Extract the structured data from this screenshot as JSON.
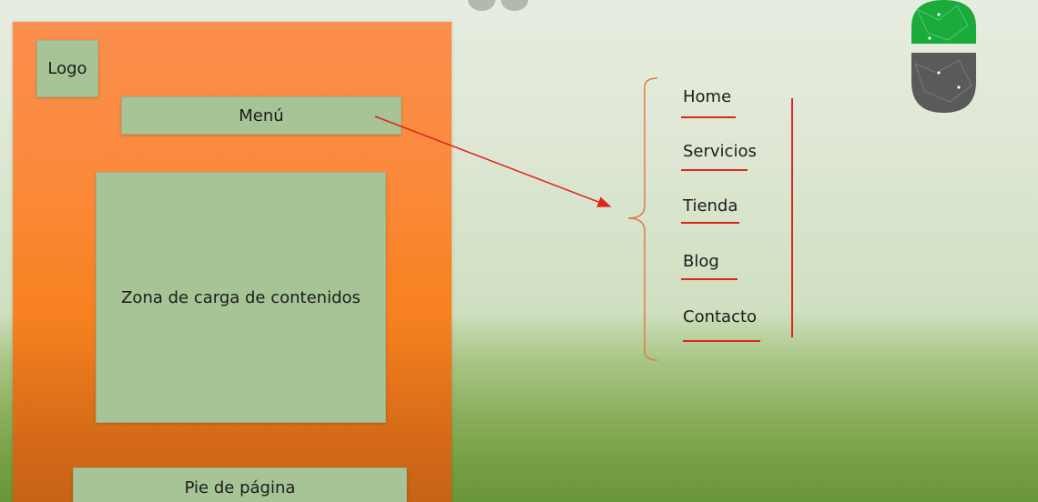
{
  "wireframe": {
    "logo": "Logo",
    "menu": "Menú",
    "content": "Zona de carga de contenidos",
    "footer": "Pie de página"
  },
  "menu_items": [
    "Home",
    "Servicios",
    "Tienda",
    "Blog",
    "Contacto"
  ],
  "colors": {
    "wireframe_bg": "#f7811f",
    "box_fill": "#a6c495",
    "accent_red": "#e0251b",
    "brand_green": "#1bab3c",
    "brand_gray": "#5a5a5a"
  },
  "icons": [
    "copy-icon",
    "add-icon",
    "brand-logo"
  ]
}
